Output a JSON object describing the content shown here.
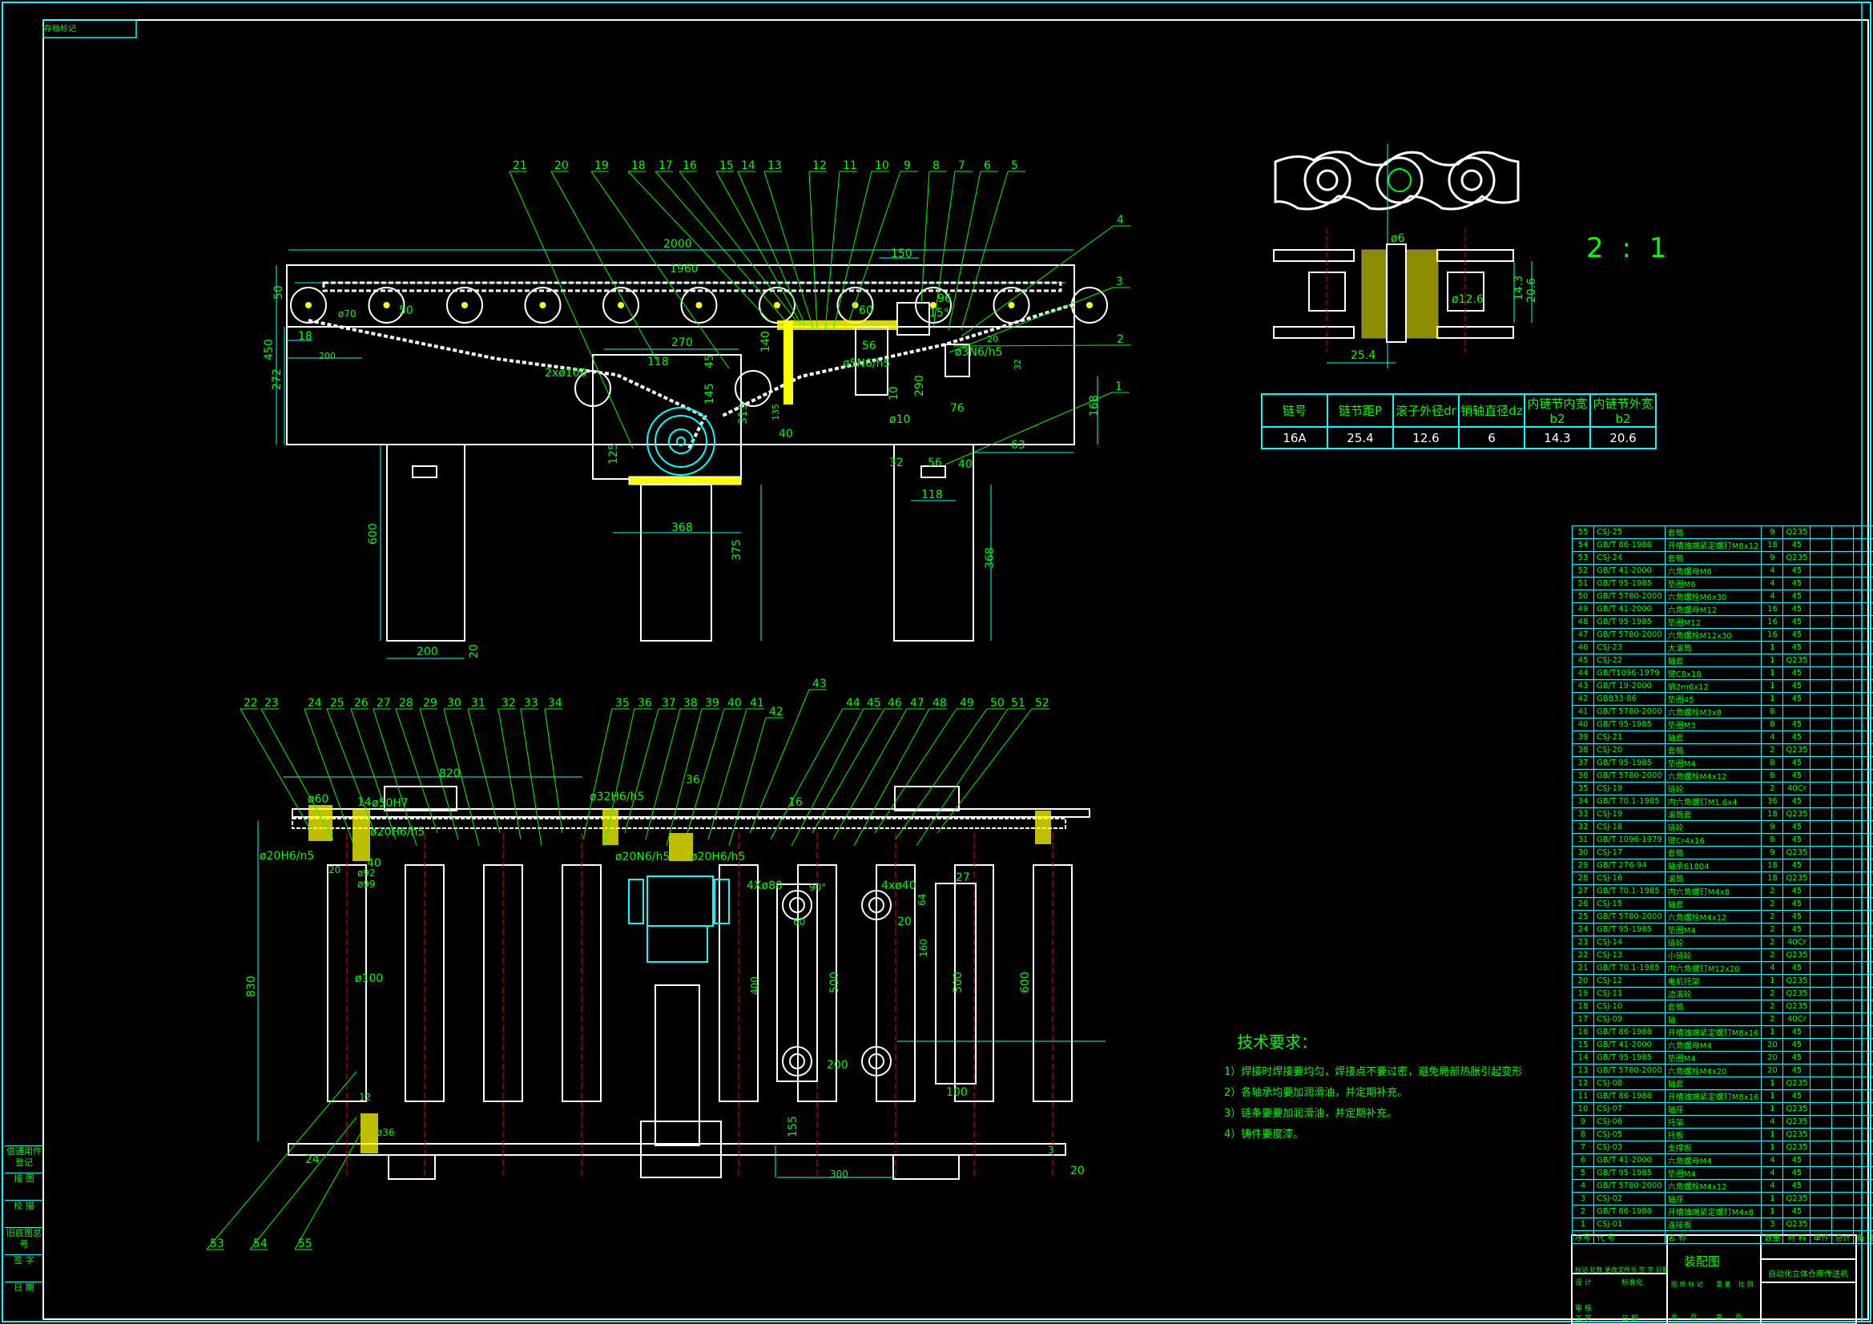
{
  "stamp_label": "存档标记",
  "scale_label": "2 : 1",
  "side_view": {
    "callouts": [
      "21",
      "20",
      "19",
      "18",
      "17",
      "16",
      "15",
      "14",
      "13",
      "12",
      "11",
      "10",
      "9",
      "8",
      "7",
      "6",
      "5",
      "4",
      "3",
      "2",
      "1"
    ],
    "dims": {
      "overall_length": "2000",
      "inner_length": "1960",
      "height_frame": "450",
      "height_lower": "272",
      "roller_spacing": "50",
      "roller_dia": "ø70",
      "end_offset": "18",
      "first_roller": "200",
      "top_margin": "50",
      "sprocket": "2xø100",
      "motor_width": "270",
      "motor_bolt": "118",
      "motor_45": "45",
      "motor_145": "145",
      "motor_125": "125",
      "motor_315": "315",
      "base_368": "368",
      "leg_375": "375",
      "leg_600": "600",
      "leg_width": "200",
      "leg_foot": "20",
      "d150": "150",
      "d96": "96",
      "angle15": "15°",
      "d60": "60",
      "d56": "56",
      "fit_5": "ø5N6/h5",
      "fit_3": "ø3N6/h5",
      "d140": "140",
      "d135": "135",
      "d40": "40",
      "d10": "10",
      "phi10": "ø10",
      "d290": "290",
      "d76": "76",
      "d32": "32",
      "d168": "168",
      "d63": "63",
      "d118b": "118",
      "d56b": "56",
      "d40b": "40",
      "d32b": "32",
      "d20": "20",
      "d368b": "368"
    }
  },
  "chain_detail": {
    "dims": {
      "pin": "ø6",
      "roller": "ø12.6",
      "inner": "14.3",
      "outer": "20.6",
      "pitch": "25.4"
    },
    "table": {
      "headers": [
        "链号",
        "链节距P",
        "滚子外径dr",
        "销轴直径dz",
        "内链节内宽b2",
        "内链节外宽b2"
      ],
      "values": [
        "16A",
        "25.4",
        "12.6",
        "6",
        "14.3",
        "20.6"
      ]
    }
  },
  "plan_view": {
    "callouts_top": [
      "22",
      "23",
      "24",
      "25",
      "26",
      "27",
      "28",
      "29",
      "30",
      "31",
      "32",
      "33",
      "34",
      "35",
      "36",
      "37",
      "38",
      "39",
      "40",
      "41",
      "42",
      "43",
      "44",
      "45",
      "46",
      "47",
      "48",
      "49",
      "50",
      "51",
      "52"
    ],
    "callouts_bottom": [
      "53",
      "54",
      "55"
    ],
    "dims": {
      "d820": "820",
      "d60": "ø60",
      "d14": "14",
      "fit50": "ø50H7",
      "fit20a": "ø20H6/n5",
      "fit20b": "ø20H6/h5",
      "fit32": "ø32H6/h5",
      "fit20n": "ø20N6/h5",
      "fit20h": "ø20H6/h5",
      "d36": "36",
      "d16": "16",
      "d20": "20",
      "d40": "40",
      "d92": "ø92",
      "d99": "ø99",
      "d830": "830",
      "d100": "ø100",
      "d12": "12",
      "d36b": "ø36",
      "d24": "24",
      "holes80": "4Xø80",
      "holes40": "4xø40",
      "d90": "90°",
      "d60b": "60",
      "d400": "400",
      "d500a": "500",
      "d200": "200",
      "d155": "155",
      "d300": "300",
      "d27": "27",
      "d64": "64",
      "d20b": "20",
      "d160": "160",
      "d500b": "500",
      "d100b": "100",
      "d600": "600",
      "d3": "3",
      "d20c": "20"
    }
  },
  "tech_requirements": {
    "title": "技术要求：",
    "items": [
      "1）焊接时焊接要均匀，焊接点不要过密，避免局部热胀引起变形",
      "2）各轴承均要加润滑油，并定期补充。",
      "3）链条要要加润滑油，并定期补充。",
      "4）铸件要度漆。"
    ]
  },
  "left_notes": [
    "借通用件登记",
    "描 图",
    "校 描",
    "旧底图总号",
    "签 字",
    "日 期"
  ],
  "bom": {
    "rows": [
      [
        "55",
        "CSJ-25",
        "套筒",
        "9",
        "Q235"
      ],
      [
        "54",
        "GB/T 86-1988",
        "开槽锥端紧定螺钉M8x12",
        "18",
        "45"
      ],
      [
        "53",
        "CSJ-24",
        "套筒",
        "9",
        "Q235"
      ],
      [
        "52",
        "GB/T 41-2000",
        "六角螺母M6",
        "4",
        "45"
      ],
      [
        "51",
        "GB/T 95-1985",
        "垫圈M6",
        "4",
        "45"
      ],
      [
        "50",
        "GB/T 5780-2000",
        "六角螺栓M6x30",
        "4",
        "45"
      ],
      [
        "49",
        "GB/T 41-2000",
        "六角螺母M12",
        "16",
        "45"
      ],
      [
        "48",
        "GB/T 95-1985",
        "垫圈M12",
        "16",
        "45"
      ],
      [
        "47",
        "GB/T 5780-2000",
        "六角螺栓M12x30",
        "16",
        "45"
      ],
      [
        "46",
        "CSJ-23",
        "大滚筒",
        "1",
        "45"
      ],
      [
        "45",
        "CSJ-22",
        "轴套",
        "1",
        "Q235"
      ],
      [
        "44",
        "GB/T1096-1979",
        "键C8x18",
        "1",
        "45"
      ],
      [
        "43",
        "GB/T 19-2000",
        "销2m6x12",
        "1",
        "45"
      ],
      [
        "42",
        "GB833-86",
        "垫圈45",
        "1",
        "45"
      ],
      [
        "41",
        "GB/T 5780-2000",
        "六角螺栓M3x8",
        "8",
        ""
      ],
      [
        "40",
        "GB/T 95-1985",
        "垫圈M3",
        "8",
        "45"
      ],
      [
        "39",
        "CSJ-21",
        "轴套",
        "4",
        "45"
      ],
      [
        "38",
        "CSJ-20",
        "套筒",
        "2",
        "Q235"
      ],
      [
        "37",
        "GB/T 95-1985",
        "垫圈M4",
        "8",
        "45"
      ],
      [
        "36",
        "GB/T 5780-2000",
        "六角螺栓M4x12",
        "8",
        "45"
      ],
      [
        "35",
        "CSJ-19",
        "链轮",
        "2",
        "40Cr"
      ],
      [
        "34",
        "GB/T 70.1-1985",
        "内六角螺钉M1.6x4",
        "36",
        "45"
      ],
      [
        "33",
        "CSJ-19",
        "滚筒套",
        "18",
        "Q235"
      ],
      [
        "32",
        "CSJ-18",
        "链轮",
        "9",
        "45"
      ],
      [
        "31",
        "GB/T 1096-1979",
        "键Cr4x16",
        "8",
        "45"
      ],
      [
        "30",
        "CSJ-17",
        "套筒",
        "9",
        "Q235"
      ],
      [
        "29",
        "GB/T 276-94",
        "轴承61804",
        "18",
        "45"
      ],
      [
        "28",
        "CSJ-16",
        "滚筒",
        "18",
        "Q235"
      ],
      [
        "27",
        "GB/T 70.1-1985",
        "内六角螺钉M4x8",
        "2",
        "45"
      ],
      [
        "26",
        "CSJ-15",
        "轴套",
        "2",
        "45"
      ],
      [
        "25",
        "GB/T 5780-2000",
        "六角螺栓M4x12",
        "2",
        "45"
      ],
      [
        "24",
        "GB/T 95-1985",
        "垫圈M4",
        "2",
        "45"
      ],
      [
        "23",
        "CSJ-14",
        "链轮",
        "2",
        "40Cr"
      ],
      [
        "22",
        "CSJ-13",
        "小链轮",
        "2",
        "Q235"
      ],
      [
        "21",
        "GB/T 70.1-1985",
        "内六角螺钉M12x20",
        "4",
        "45"
      ],
      [
        "20",
        "CSJ-12",
        "电机托架",
        "1",
        "Q235"
      ],
      [
        "19",
        "CSJ-11",
        "边滚轮",
        "2",
        "Q235"
      ],
      [
        "18",
        "CSJ-10",
        "套筒",
        "2",
        "Q235"
      ],
      [
        "17",
        "CSJ-09",
        "轴",
        "2",
        "40Cr"
      ],
      [
        "16",
        "GB/T 86-1988",
        "开槽锥端紧定螺钉M8x16",
        "1",
        "45"
      ],
      [
        "15",
        "GB/T 41-2000",
        "六角螺母M4",
        "20",
        "45"
      ],
      [
        "14",
        "GB/T 95-1985",
        "垫圈M4",
        "20",
        "45"
      ],
      [
        "13",
        "GB/T 5780-2000",
        "六角螺栓M4x20",
        "20",
        "45"
      ],
      [
        "12",
        "CSJ-08",
        "轴套",
        "1",
        "Q235"
      ],
      [
        "11",
        "GB/T 86-1988",
        "开槽锥端紧定螺钉M8x16",
        "1",
        "45"
      ],
      [
        "10",
        "CSJ-07",
        "轴座",
        "1",
        "Q235"
      ],
      [
        "9",
        "CSJ-06",
        "托架",
        "4",
        "Q235"
      ],
      [
        "8",
        "CSJ-05",
        "托板",
        "1",
        "Q235"
      ],
      [
        "7",
        "CSJ-03",
        "支撑板",
        "1",
        "Q235"
      ],
      [
        "6",
        "GB/T 41-2000",
        "六角螺母M4",
        "4",
        "45"
      ],
      [
        "5",
        "GB/T 95-1985",
        "垫圈M4",
        "4",
        "45"
      ],
      [
        "4",
        "GB/T 5780-2000",
        "六角螺栓M4x12",
        "4",
        "45"
      ],
      [
        "3",
        "CSJ-02",
        "轴座",
        "1",
        "Q235"
      ],
      [
        "2",
        "GB/T 86-1988",
        "开槽锥端紧定螺钉M4x8",
        "1",
        "45"
      ],
      [
        "1",
        "CSJ-01",
        "连接板",
        "3",
        "Q235"
      ]
    ],
    "header": {
      "no": "序号",
      "code": "代 号",
      "name": "名 称",
      "qty": "数量",
      "material": "材 料",
      "unit": "单件",
      "total": "总计",
      "weight": "重 量",
      "remark": "备 注"
    }
  },
  "title_block": {
    "drawing_type": "装配图",
    "drawing_title": "自动化立体仓库传送机",
    "labels": {
      "revision": "标记 处数 更改文件号 签 字 日期",
      "design": "设 计",
      "standard": "标准化",
      "review": "审 核",
      "process": "工 艺",
      "date": "日 期",
      "stage": "图 样 标 记",
      "weight": "重 量",
      "scale": "比 例",
      "total_sheets": "共　　页",
      "sheet": "第　　页"
    }
  }
}
